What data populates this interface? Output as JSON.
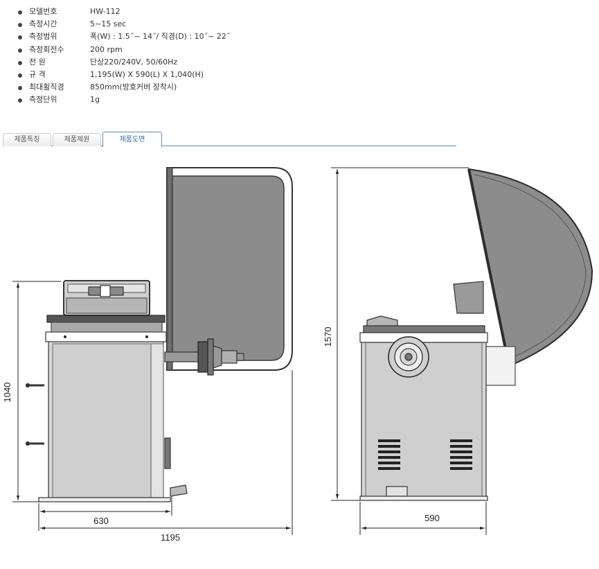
{
  "specs": [
    {
      "label": "모델번호",
      "value": "HW-112"
    },
    {
      "label": "측정시간",
      "value": "5~15 sec"
    },
    {
      "label": "측정범위",
      "value": "폭(W) : 1.5˝~ 14˝/ 직경(D) : 10˝~ 22˝"
    },
    {
      "label": "측정회전수",
      "value": "200 rpm"
    },
    {
      "label": "전  원",
      "value": "단상220/240V, 50/60Hz"
    },
    {
      "label": "규  격",
      "value": "1,195(W) X 590(L) X 1,040(H)"
    },
    {
      "label": "최대휠직경",
      "value": "850mm(방호커버 장착시)"
    },
    {
      "label": "측정단위",
      "value": "1g"
    }
  ],
  "tabs": [
    {
      "label": "제품특징",
      "active": false
    },
    {
      "label": "제품제원",
      "active": false
    },
    {
      "label": "제품도면",
      "active": true
    }
  ],
  "drawing": {
    "front": {
      "height": "1040",
      "depth": "630",
      "width": "1195"
    },
    "side": {
      "height": "1570",
      "length": "590"
    }
  }
}
